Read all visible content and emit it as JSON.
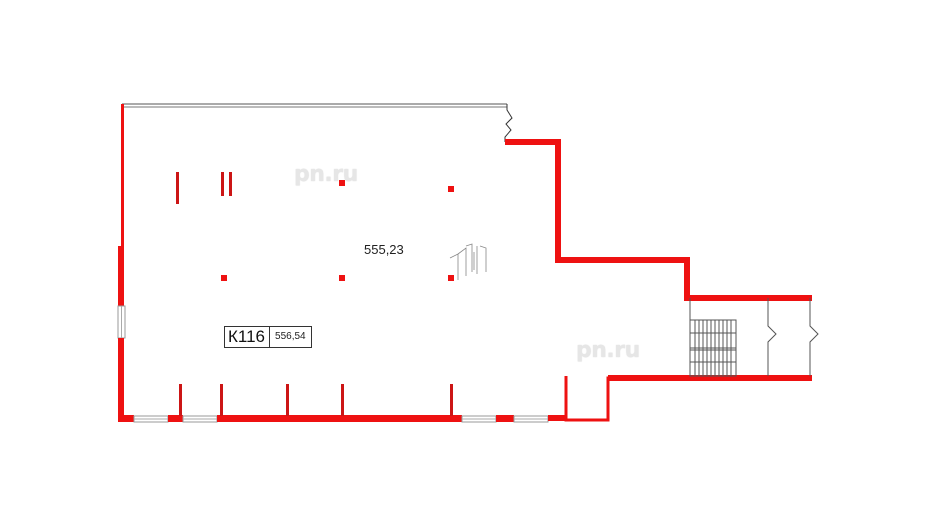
{
  "plan": {
    "room_code": "К116",
    "room_area": "556,54",
    "floor_area": "555,23",
    "watermarks": [
      "pn.ru",
      "pn.ru"
    ]
  },
  "colors": {
    "wall": "#ee1111",
    "wall_dark": "#c81414",
    "window": "#b8b8b8",
    "outline": "#555555",
    "watermark": "#e6e6e6"
  }
}
